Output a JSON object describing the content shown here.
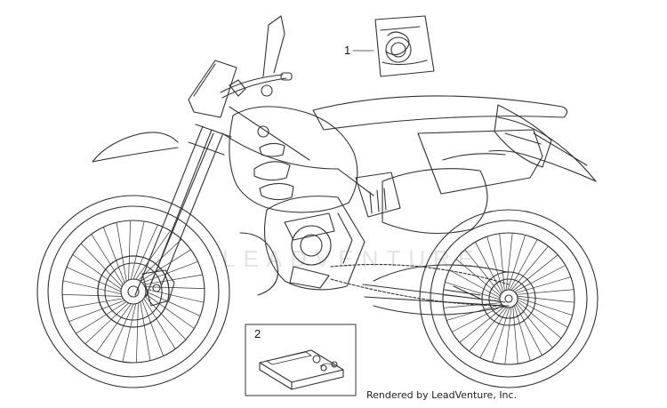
{
  "diagram": {
    "callouts": [
      {
        "number": "1"
      },
      {
        "number": "2"
      }
    ],
    "watermark_text": "LEADVENTURE",
    "credit": "Rendered by LeadVenture, Inc.",
    "colors": {
      "line": "#333333",
      "watermark": "#e4e4e4",
      "background": "#ffffff"
    }
  }
}
